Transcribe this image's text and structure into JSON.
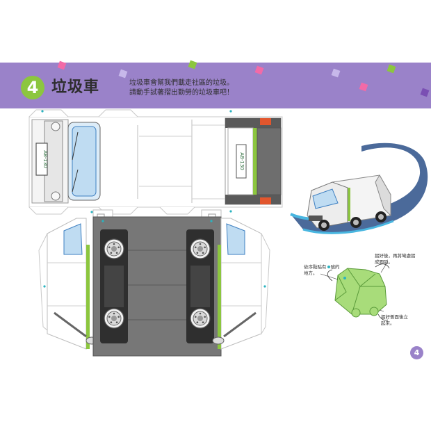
{
  "step_number": "4",
  "title": "垃圾車",
  "description": [
    "垃圾車會幫我們載走社區的垃圾。",
    "請動手試著摺出勤勞的垃圾車吧！"
  ],
  "license_plate": "AB-130",
  "notes": {
    "glue": [
      "依序黏貼有",
      "號的",
      "地方。"
    ],
    "fold_top": [
      "摺好後，再將彎處摺",
      "成圓弧。"
    ],
    "fold_side": [
      "摺好側面後立",
      "起來。"
    ]
  },
  "page_number": "4",
  "colors": {
    "banner": "#9a82c9",
    "badge": "#8cc63f",
    "stripe": "#8cc63f",
    "glue_mark": "#2bb3c0",
    "road": "#4b6a9a",
    "road_edge": "#49b6e0",
    "model": "#a8dc7a"
  },
  "icons": [
    "hubcap-icon",
    "mirror-icon",
    "windshield-icon",
    "headlight-icon",
    "glue-dot-icon",
    "curved-arrow-icon"
  ]
}
